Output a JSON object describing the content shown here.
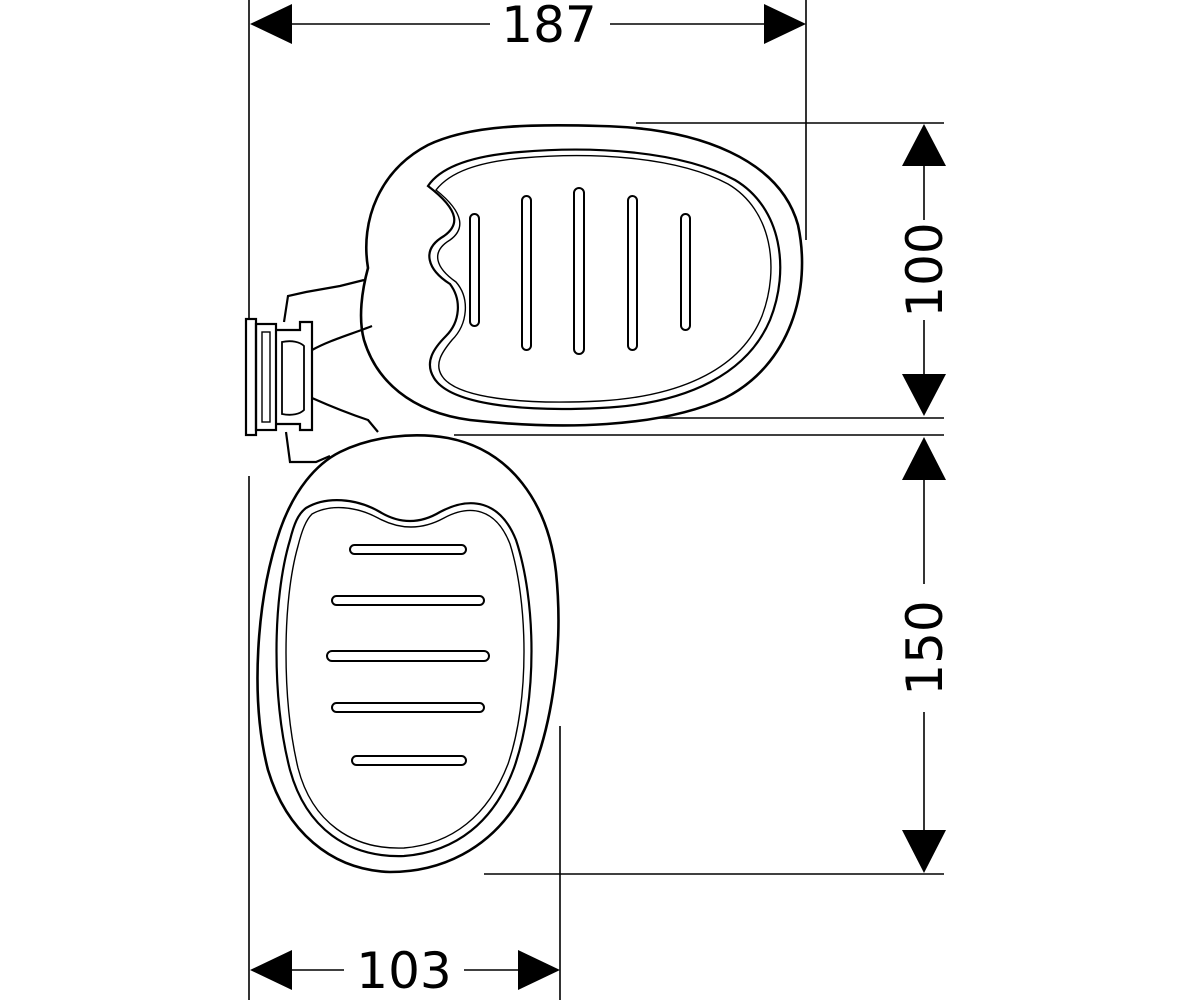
{
  "dimensions": {
    "total_width": "187",
    "upper_depth": "100",
    "lower_depth": "150",
    "lower_width": "103"
  },
  "colors": {
    "ink": "#000000",
    "paper": "#ffffff"
  }
}
